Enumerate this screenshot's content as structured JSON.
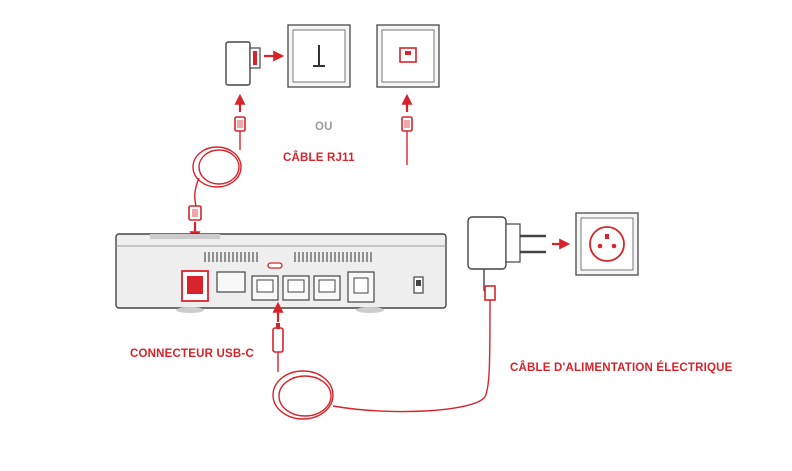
{
  "labels": {
    "rj11_cable": "CÂBLE RJ11",
    "or": "OU",
    "usb_c_connector": "CONNECTEUR USB-C",
    "power_cable": "CÂBLE D'ALIMENTATION ÉLECTRIQUE"
  },
  "colors": {
    "accent": "#d8232a",
    "outline": "#444444",
    "device_body": "#eeeeee",
    "muted_text": "#9a9a9a"
  },
  "icons": {
    "dsl_filter": "dsl-filter-icon",
    "wall_socket_t": "t-wall-socket-icon",
    "wall_socket_rj11": "rj11-wall-socket-icon",
    "power_outlet": "power-outlet-icon",
    "power_adapter": "power-adapter-icon",
    "router": "router-back-panel-icon"
  }
}
